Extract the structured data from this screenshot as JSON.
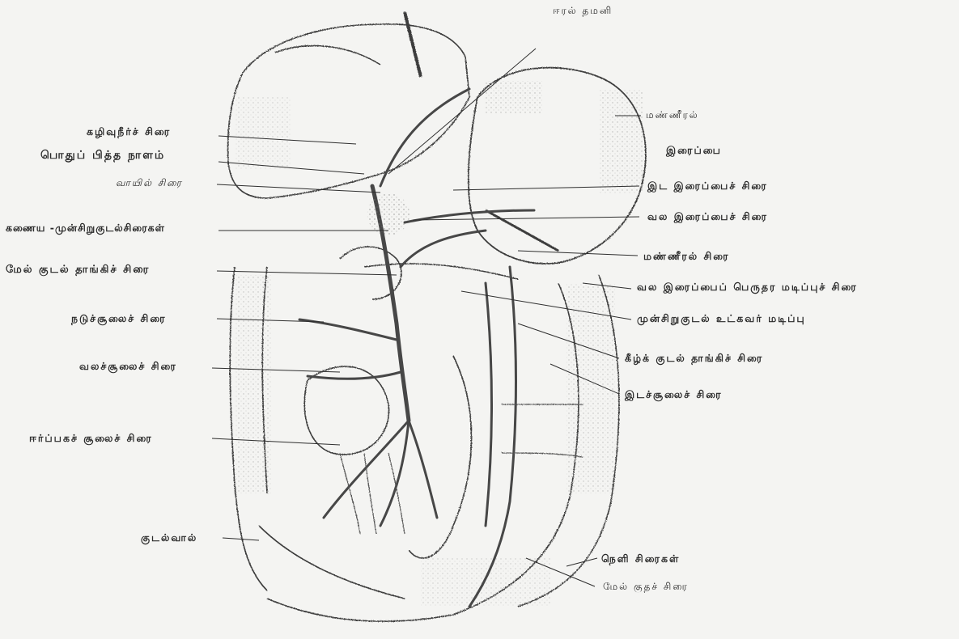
{
  "labels": {
    "hepatic_artery": "ஈரல் தமனி",
    "spleen": "மண்ணீரல்",
    "stomach": "இரைப்பை",
    "left_gastric_vein": "இட இரைப்பைச் சிரை",
    "right_gastric_vein": "வல இரைப்பைச் சிரை",
    "splenic_vein": "மண்ணீரல் சிரை",
    "right_gastroepiploic_vein": "வல இரைப்பைப் பெருதர மடிப்புச் சிரை",
    "duodenojejunal_flexure": "முன்சிறுகுடல் உட்கவர் மடிப்பு",
    "inferior_mesenteric_vein": "கீழ்க் குடல் தாங்கிச் சிரை",
    "left_colic_vein": "இடச்சூலைச் சிரை",
    "sigmoid_veins": "நெளி சிரைகள்",
    "superior_rectal_vein": "மேல் குதச் சிரை",
    "cystic_vein": "கழிவுநீர்ச் சிரை",
    "common_bile_duct": "பொதுப் பித்த நாளம்",
    "portal_vein": "வாயில் சிரை",
    "pancreaticoduodenal_veins": "கணைய -முன்சிறுகுடல்சிரைகள்",
    "superior_mesenteric_vein": "மேல் குடல் தாங்கிச் சிரை",
    "middle_colic_vein": "நடுச்சூலைச் சிரை",
    "right_colic_vein": "வலச்சூலைச் சிரை",
    "ileocolic_vein": "ஈர்ப்பகச் சூலைச் சிரை",
    "appendix": "குடல்வால்"
  },
  "colors": {
    "paper": "#f4f4f2",
    "ink": "#3a3a3a",
    "vein": "#4a4a4a",
    "stipple": "#6a6a6a"
  }
}
